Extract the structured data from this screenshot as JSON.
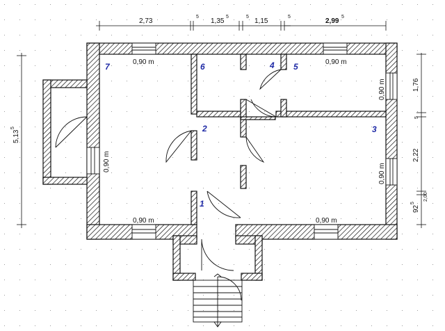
{
  "dimensions_top": [
    {
      "main": "2,73",
      "sup": ""
    },
    {
      "main": "",
      "sup": "5"
    },
    {
      "main": "1,35",
      "sup": "5"
    },
    {
      "main": "",
      "sup": "5"
    },
    {
      "main": "1,15",
      "sup": ""
    },
    {
      "main": "",
      "sup": "5"
    },
    {
      "main": "2,99",
      "sup": "5"
    }
  ],
  "dimension_left": {
    "main": "5,13",
    "sup": "5"
  },
  "dimensions_right": [
    {
      "main": "1,76",
      "sup": ""
    },
    {
      "main": "",
      "sup": "5"
    },
    {
      "main": "2,22",
      "sup": ""
    },
    {
      "main": "92",
      "sup": "5"
    },
    {
      "main": "2,00",
      "sup": ""
    }
  ],
  "window_labels": [
    "0,90 m",
    "0,90 m",
    "0,90 m",
    "0,90 m",
    "0,90 m",
    "0,90 m",
    "0,90 m"
  ],
  "rooms": [
    "1",
    "2",
    "3",
    "4",
    "5",
    "6",
    "7"
  ],
  "colors": {
    "room_number": "#1f2aa6",
    "wall_hatch": "#111111",
    "grid_dot": "#9a9a9a"
  }
}
